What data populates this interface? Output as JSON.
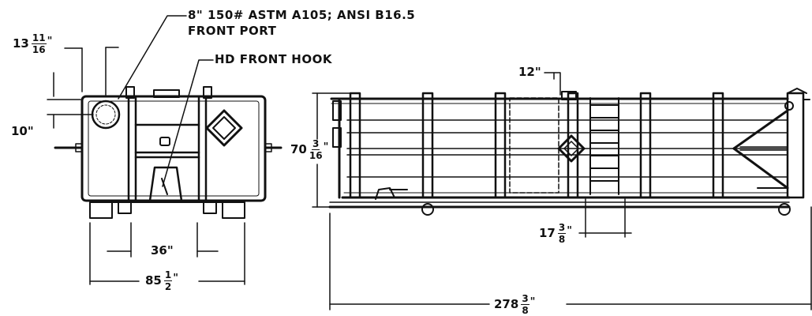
{
  "callouts": {
    "port_line1": "8\" 150# ASTM A105; ANSI B16.5",
    "port_line2": "FRONT PORT",
    "hook": "HD FRONT HOOK"
  },
  "dims": {
    "top_offset": {
      "whole": "13",
      "num": "11",
      "den": "16",
      "unit": "\""
    },
    "side_offset": "10\"",
    "pad_spacing": "36\"",
    "width": {
      "whole": "85",
      "num": "1",
      "den": "2",
      "unit": "\""
    },
    "height": {
      "whole": "70",
      "num": "3",
      "den": "16",
      "unit": "\""
    },
    "top_port": "12\"",
    "rung_spacing": {
      "whole": "17",
      "num": "3",
      "den": "8",
      "unit": "\""
    },
    "length": {
      "whole": "278",
      "num": "3",
      "den": "8",
      "unit": "\""
    }
  },
  "colors": {
    "line": "#111111",
    "background": "#ffffff"
  }
}
